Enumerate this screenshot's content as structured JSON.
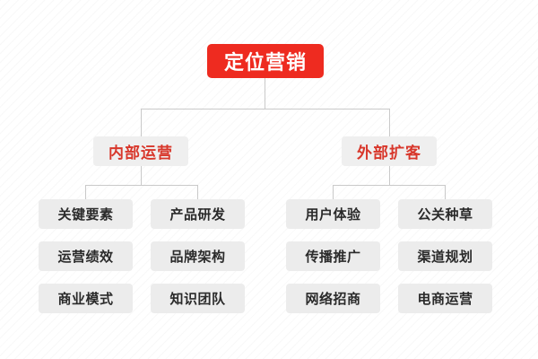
{
  "diagram": {
    "title": "定位营销",
    "root": {
      "label": "定位营销",
      "color": "#ee2b20",
      "text_color": "#ffffff"
    },
    "branches": [
      {
        "label": "内部运营",
        "text_color": "#d8372b",
        "bg_color": "#efefef",
        "columns": [
          {
            "items": [
              {
                "label": "关键要素"
              },
              {
                "label": "运营绩效"
              },
              {
                "label": "商业模式"
              }
            ]
          },
          {
            "items": [
              {
                "label": "产品研发"
              },
              {
                "label": "品牌架构"
              },
              {
                "label": "知识团队"
              }
            ]
          }
        ]
      },
      {
        "label": "外部扩客",
        "text_color": "#d8372b",
        "bg_color": "#efefef",
        "columns": [
          {
            "items": [
              {
                "label": "用户体验"
              },
              {
                "label": "传播推广"
              },
              {
                "label": "网络招商"
              }
            ]
          },
          {
            "items": [
              {
                "label": "公关种草"
              },
              {
                "label": "渠道规划"
              },
              {
                "label": "电商运营"
              }
            ]
          }
        ]
      }
    ],
    "leaf_bg_color": "#ececec",
    "leaf_text_color": "#2a2a2a",
    "connector_color": "#c9c9c9",
    "background_color": "#ffffff"
  }
}
